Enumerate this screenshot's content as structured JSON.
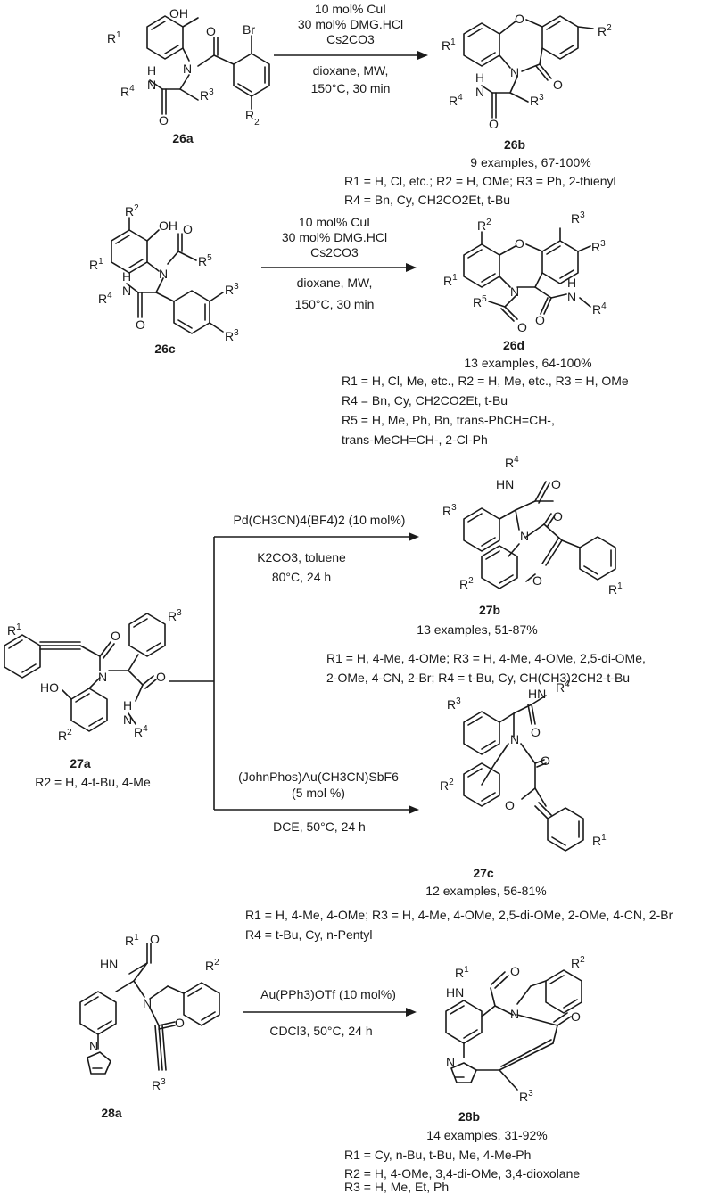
{
  "scheme1": {
    "reactant_label": "26a",
    "product_label": "26b",
    "conditions_above": [
      "10 mol% CuI",
      "30 mol% DMG.HCl",
      "Cs2CO3"
    ],
    "conditions_below": [
      "dioxane, MW,",
      "150°C, 30 min"
    ],
    "examples": "9 examples, 67-100%",
    "substituents": [
      "R1 = H, Cl, etc.; R2 = H, OMe; R3 = Ph, 2-thienyl",
      "R4 = Bn, Cy, CH2CO2Et, t-Bu"
    ]
  },
  "scheme2": {
    "reactant_label": "26c",
    "product_label": "26d",
    "conditions_above": [
      "10 mol% CuI",
      "30 mol% DMG.HCl",
      "Cs2CO3"
    ],
    "conditions_below": [
      "dioxane, MW,",
      "150°C, 30 min"
    ],
    "examples": "13 examples, 64-100%",
    "substituents": [
      "R1 = H, Cl, Me, etc., R2 = H, Me, etc., R3 = H, OMe",
      "R4 = Bn, Cy, CH2CO2Et, t-Bu",
      "R5 = H, Me, Ph, Bn, trans-PhCH=CH-,",
      "trans-MeCH=CH-, 2-Cl-Ph"
    ]
  },
  "scheme3": {
    "reactant_label": "27a",
    "reactant_note": "R2 = H, 4-t-Bu, 4-Me",
    "top": {
      "conditions_above": [
        "Pd(CH3CN)4(BF4)2 (10 mol%)"
      ],
      "conditions_below": [
        "K2CO3, toluene",
        "80°C, 24 h"
      ],
      "product_label": "27b",
      "examples": "13 examples, 51-87%",
      "substituents": [
        "R1 = H, 4-Me, 4-OMe; R3 = H, 4-Me, 4-OMe, 2,5-di-OMe,",
        "2-OMe, 4-CN, 2-Br; R4 = t-Bu, Cy, CH(CH3)2CH2-t-Bu"
      ]
    },
    "bottom": {
      "conditions_above": [
        "(JohnPhos)Au(CH3CN)SbF6",
        "(5 mol %)"
      ],
      "conditions_below": [
        "DCE, 50°C, 24 h"
      ],
      "product_label": "27c",
      "examples": "12 examples, 56-81%",
      "substituents": [
        "R1 = H, 4-Me, 4-OMe; R3 = H, 4-Me, 4-OMe, 2,5-di-OMe, 2-OMe, 4-CN, 2-Br",
        "R4 = t-Bu, Cy, n-Pentyl"
      ]
    }
  },
  "scheme4": {
    "reactant_label": "28a",
    "product_label": "28b",
    "conditions_above": [
      "Au(PPh3)OTf (10 mol%)"
    ],
    "conditions_below": [
      "CDCl3, 50°C, 24 h"
    ],
    "examples": "14 examples, 31-92%",
    "substituents": [
      "R1 = Cy, n-Bu, t-Bu, Me, 4-Me-Ph",
      "R2 = H, 4-OMe, 3,4-di-OMe, 3,4-dioxolane",
      "R3 = H, Me, Et, Ph"
    ]
  },
  "atoms": {
    "O": "O",
    "N": "N",
    "H": "H",
    "OH": "OH",
    "HO": "HO",
    "HN": "HN",
    "Br": "Br",
    "R1": "R1",
    "R2": "R2",
    "R3": "R3",
    "R4": "R4",
    "R5": "R5"
  }
}
